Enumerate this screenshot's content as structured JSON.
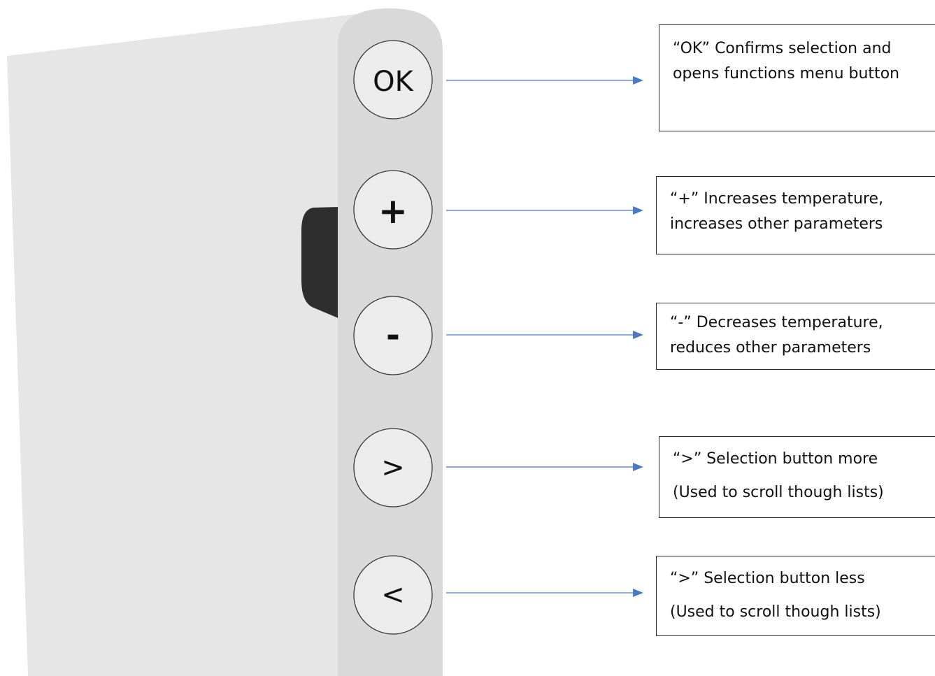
{
  "device": {
    "buttons": [
      {
        "id": "ok",
        "label": "OK"
      },
      {
        "id": "plus",
        "label": "+"
      },
      {
        "id": "minus",
        "label": "-"
      },
      {
        "id": "more",
        "label": ">"
      },
      {
        "id": "less",
        "label": "<"
      }
    ]
  },
  "callouts": [
    {
      "lines": [
        "“OK” Confirms selection and",
        "opens functions menu button"
      ]
    },
    {
      "lines": [
        "“+” Increases temperature,",
        "increases other parameters"
      ]
    },
    {
      "lines": [
        "“-” Decreases temperature,",
        "reduces other parameters"
      ]
    },
    {
      "lines": [
        "“>” Selection button more",
        "(Used to scroll though lists)"
      ]
    },
    {
      "lines": [
        "“>” Selection button less",
        "(Used to scroll though lists)"
      ]
    }
  ],
  "colors": {
    "panel": "#e6e6e6",
    "strip": "#d9d9d9",
    "button_fill": "#ececec",
    "button_stroke": "#333333",
    "knob": "#2e2e2e",
    "arrow": "#4a78c2"
  }
}
